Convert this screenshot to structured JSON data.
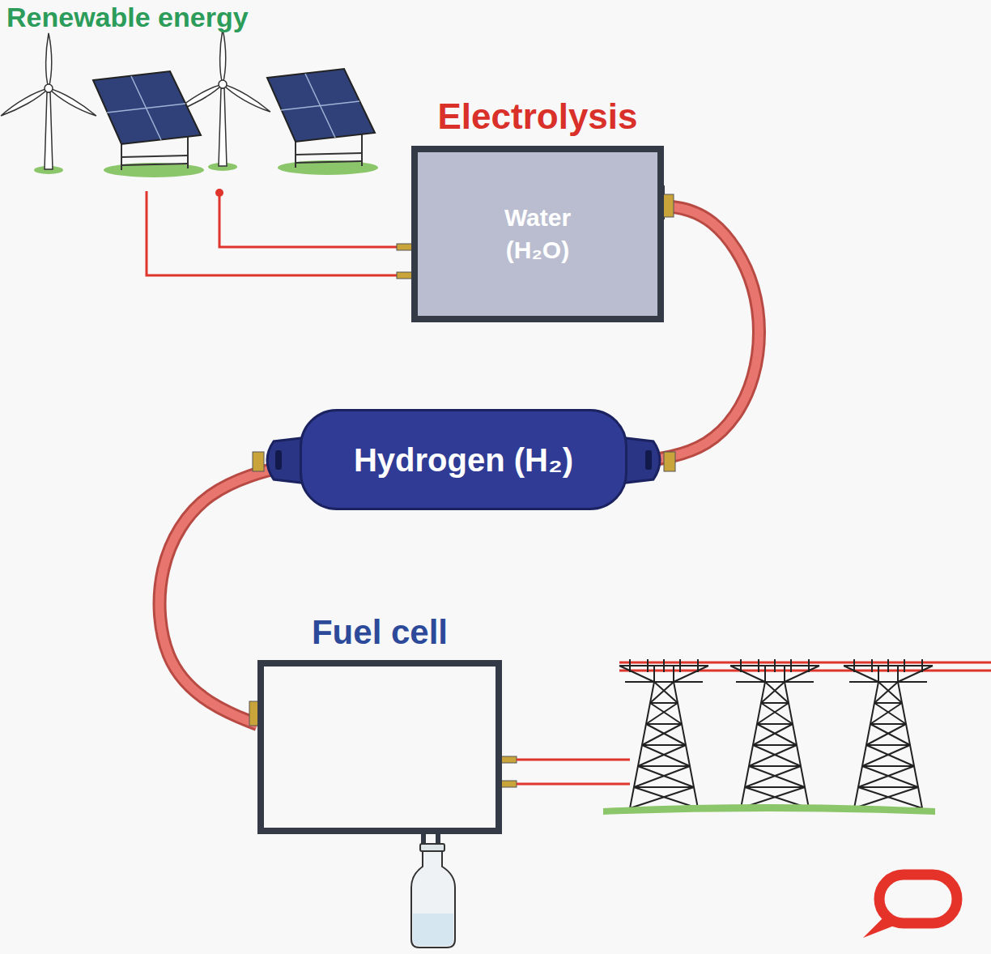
{
  "diagram": {
    "title": "Renewable energy",
    "nodes": [
      {
        "text": [
          "Electrolysis",
          "Water (H₂O)"
        ]
      },
      {
        "text": [
          "Hydrogen (H₂)"
        ]
      },
      {
        "text": [
          "Fuel cell"
        ]
      }
    ],
    "edges": [
      {
        "from": 0,
        "to": 1,
        "arrow": "none"
      },
      {
        "from": 1,
        "to": 2,
        "arrow": "none"
      }
    ]
  }
}
